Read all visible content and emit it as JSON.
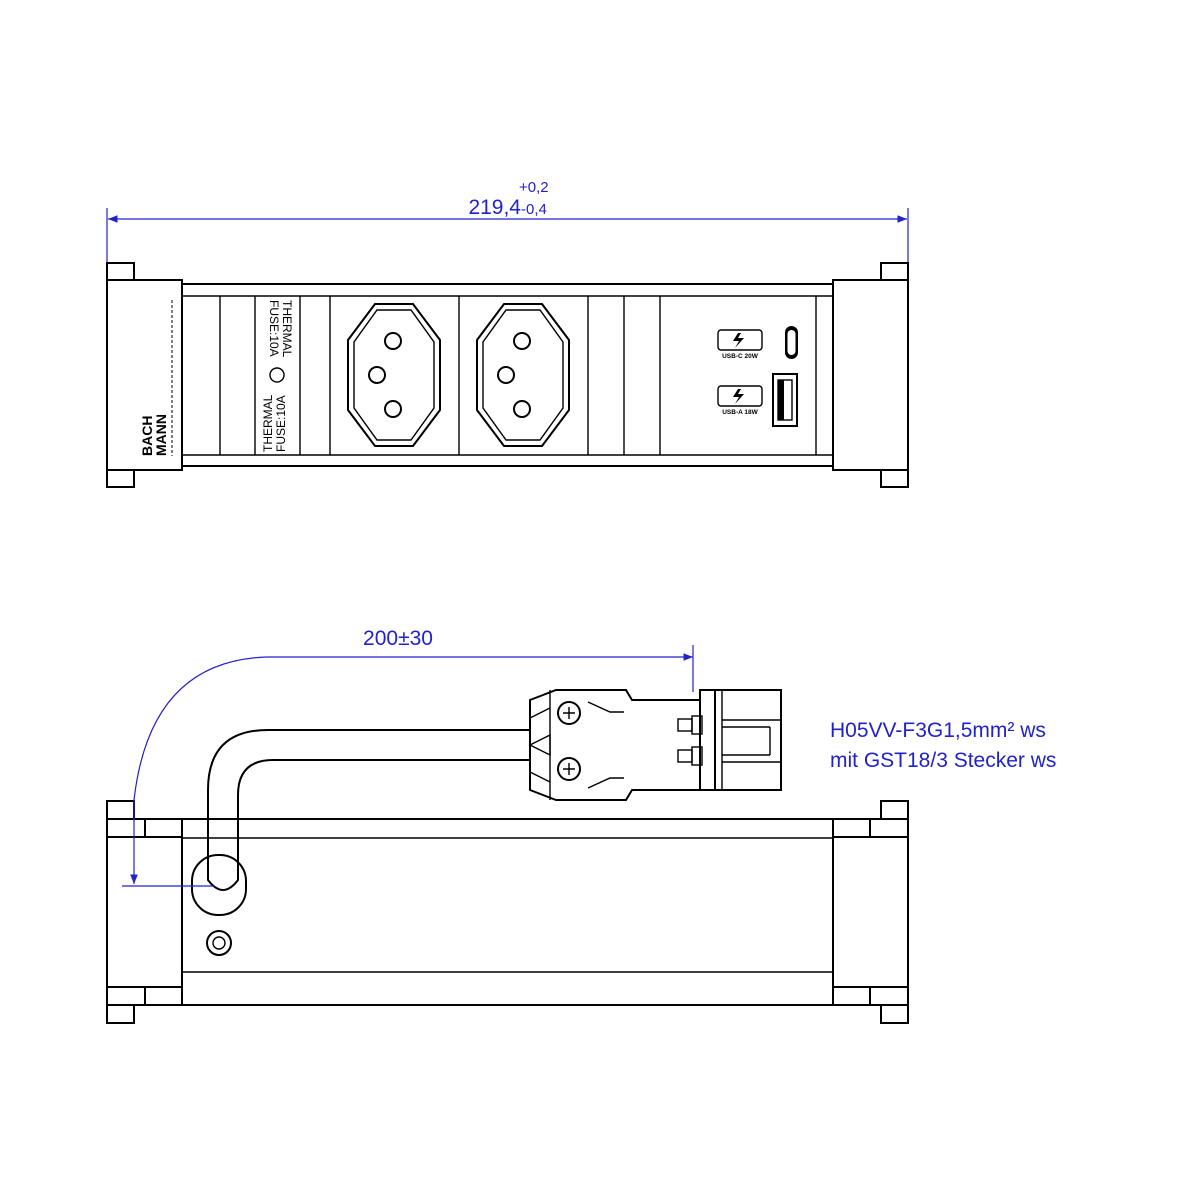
{
  "dimensions": {
    "length": {
      "value": "219,4",
      "tol_upper": "+0,2",
      "tol_lower": "-0,4"
    },
    "cable_length": "200±30"
  },
  "front_view": {
    "brand": {
      "line1": "BACH",
      "line2": "MANN"
    },
    "fuse_label": {
      "line1": "THERMAL",
      "line2": "FUSE:10A"
    },
    "usb_c_label": "USB-C 20W",
    "usb_a_label": "USB-A 18W"
  },
  "cable_note": {
    "line1": "H05VV-F3G1,5mm² ws",
    "line2": "mit GST18/3  Stecker ws"
  },
  "colors": {
    "dimension": "#2222cc",
    "outline": "#000000",
    "fill": "#ffffff"
  }
}
